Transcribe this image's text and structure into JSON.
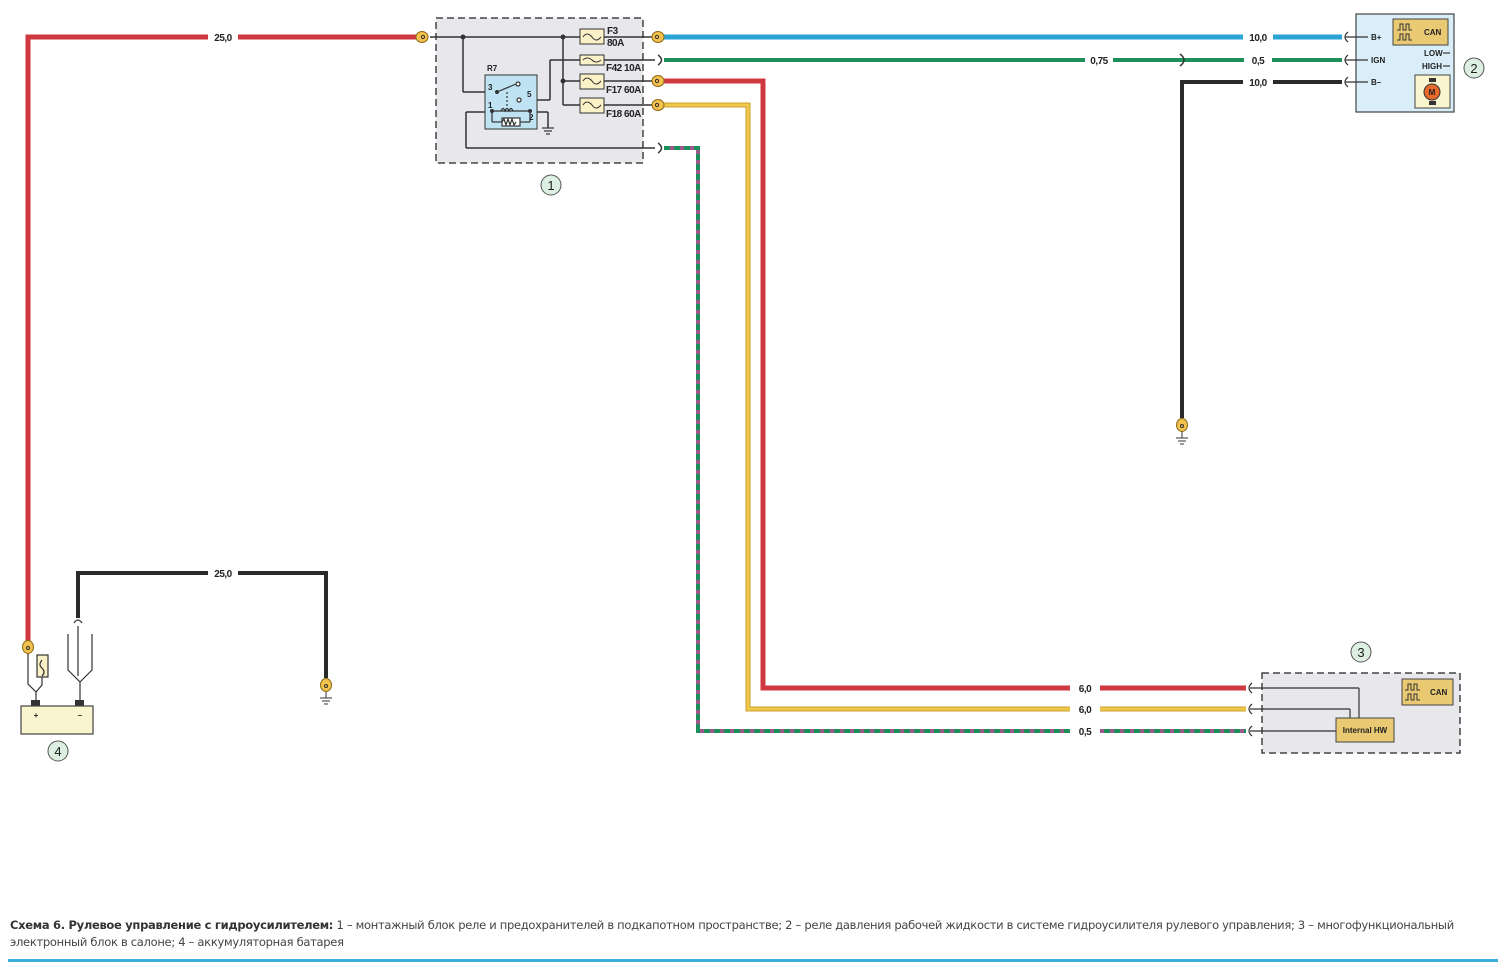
{
  "diagram": {
    "wire_colors": {
      "red": "#d0383f",
      "blue": "#2aa3d6",
      "green": "#1d8f5a",
      "yellow": "#f0c84a",
      "black": "#2a2a2a",
      "green_violet": "#1d8f5a",
      "violet_stripe": "#9b5a8a"
    },
    "component_colors": {
      "block_fill": "#e8e8ec",
      "relay_fill": "#bfe3f3",
      "module2_fill": "#d9eef8",
      "connector": "#f2c14e",
      "fuse_fill": "#fbf1c7",
      "callout_fill": "#dcefe0",
      "battery_fill": "#fbf5cf"
    },
    "wires": [
      {
        "id": "battery-to-block",
        "color": "red",
        "size": "25,0"
      },
      {
        "id": "battery-ground",
        "color": "black",
        "size": "25,0"
      },
      {
        "id": "f3-to-module2-bplus",
        "color": "blue",
        "size": "10,0"
      },
      {
        "id": "f42-to-module2-ign",
        "color": "green",
        "size_a": "0,75",
        "size_b": "0,5"
      },
      {
        "id": "module2-bminus-ground",
        "color": "black",
        "size": "10,0"
      },
      {
        "id": "f17-to-module3",
        "color": "red",
        "size": "6,0"
      },
      {
        "id": "f18-to-module3",
        "color": "yellow",
        "size": "6,0"
      },
      {
        "id": "block-to-module3",
        "color": "green_violet",
        "size": "0,5"
      }
    ],
    "block1": {
      "callout": "1",
      "relay_label": "R7",
      "relay_pins": [
        "3",
        "5",
        "1",
        "2"
      ],
      "fuses": [
        {
          "name": "F3",
          "rating": "80A"
        },
        {
          "name": "F42",
          "rating": "10A",
          "label": "F42 10A"
        },
        {
          "name": "F17",
          "rating": "60A",
          "label": "F17 60A"
        },
        {
          "name": "F18",
          "rating": "60A",
          "label": "F18 60A"
        }
      ]
    },
    "module2": {
      "callout": "2",
      "pins": [
        "B+",
        "IGN",
        "B–"
      ],
      "can_label": "CAN",
      "low_label": "LOW",
      "high_label": "HIGH",
      "motor_label": "M"
    },
    "module3": {
      "callout": "3",
      "can_label": "CAN",
      "internal_label": "Internal HW"
    },
    "battery": {
      "callout": "4",
      "plus": "+",
      "minus": "–"
    }
  },
  "caption": {
    "title": "Схема 6. Рулевое управление с гидроусилителем:",
    "text": " 1 – монтажный блок реле и предохранителей в подкапотном пространстве; 2 – реле давления рабочей жидкости в системе гидроусилителя рулевого управления; 3 – многофункциональный электронный блок в салоне; 4 – аккумуляторная батарея"
  }
}
